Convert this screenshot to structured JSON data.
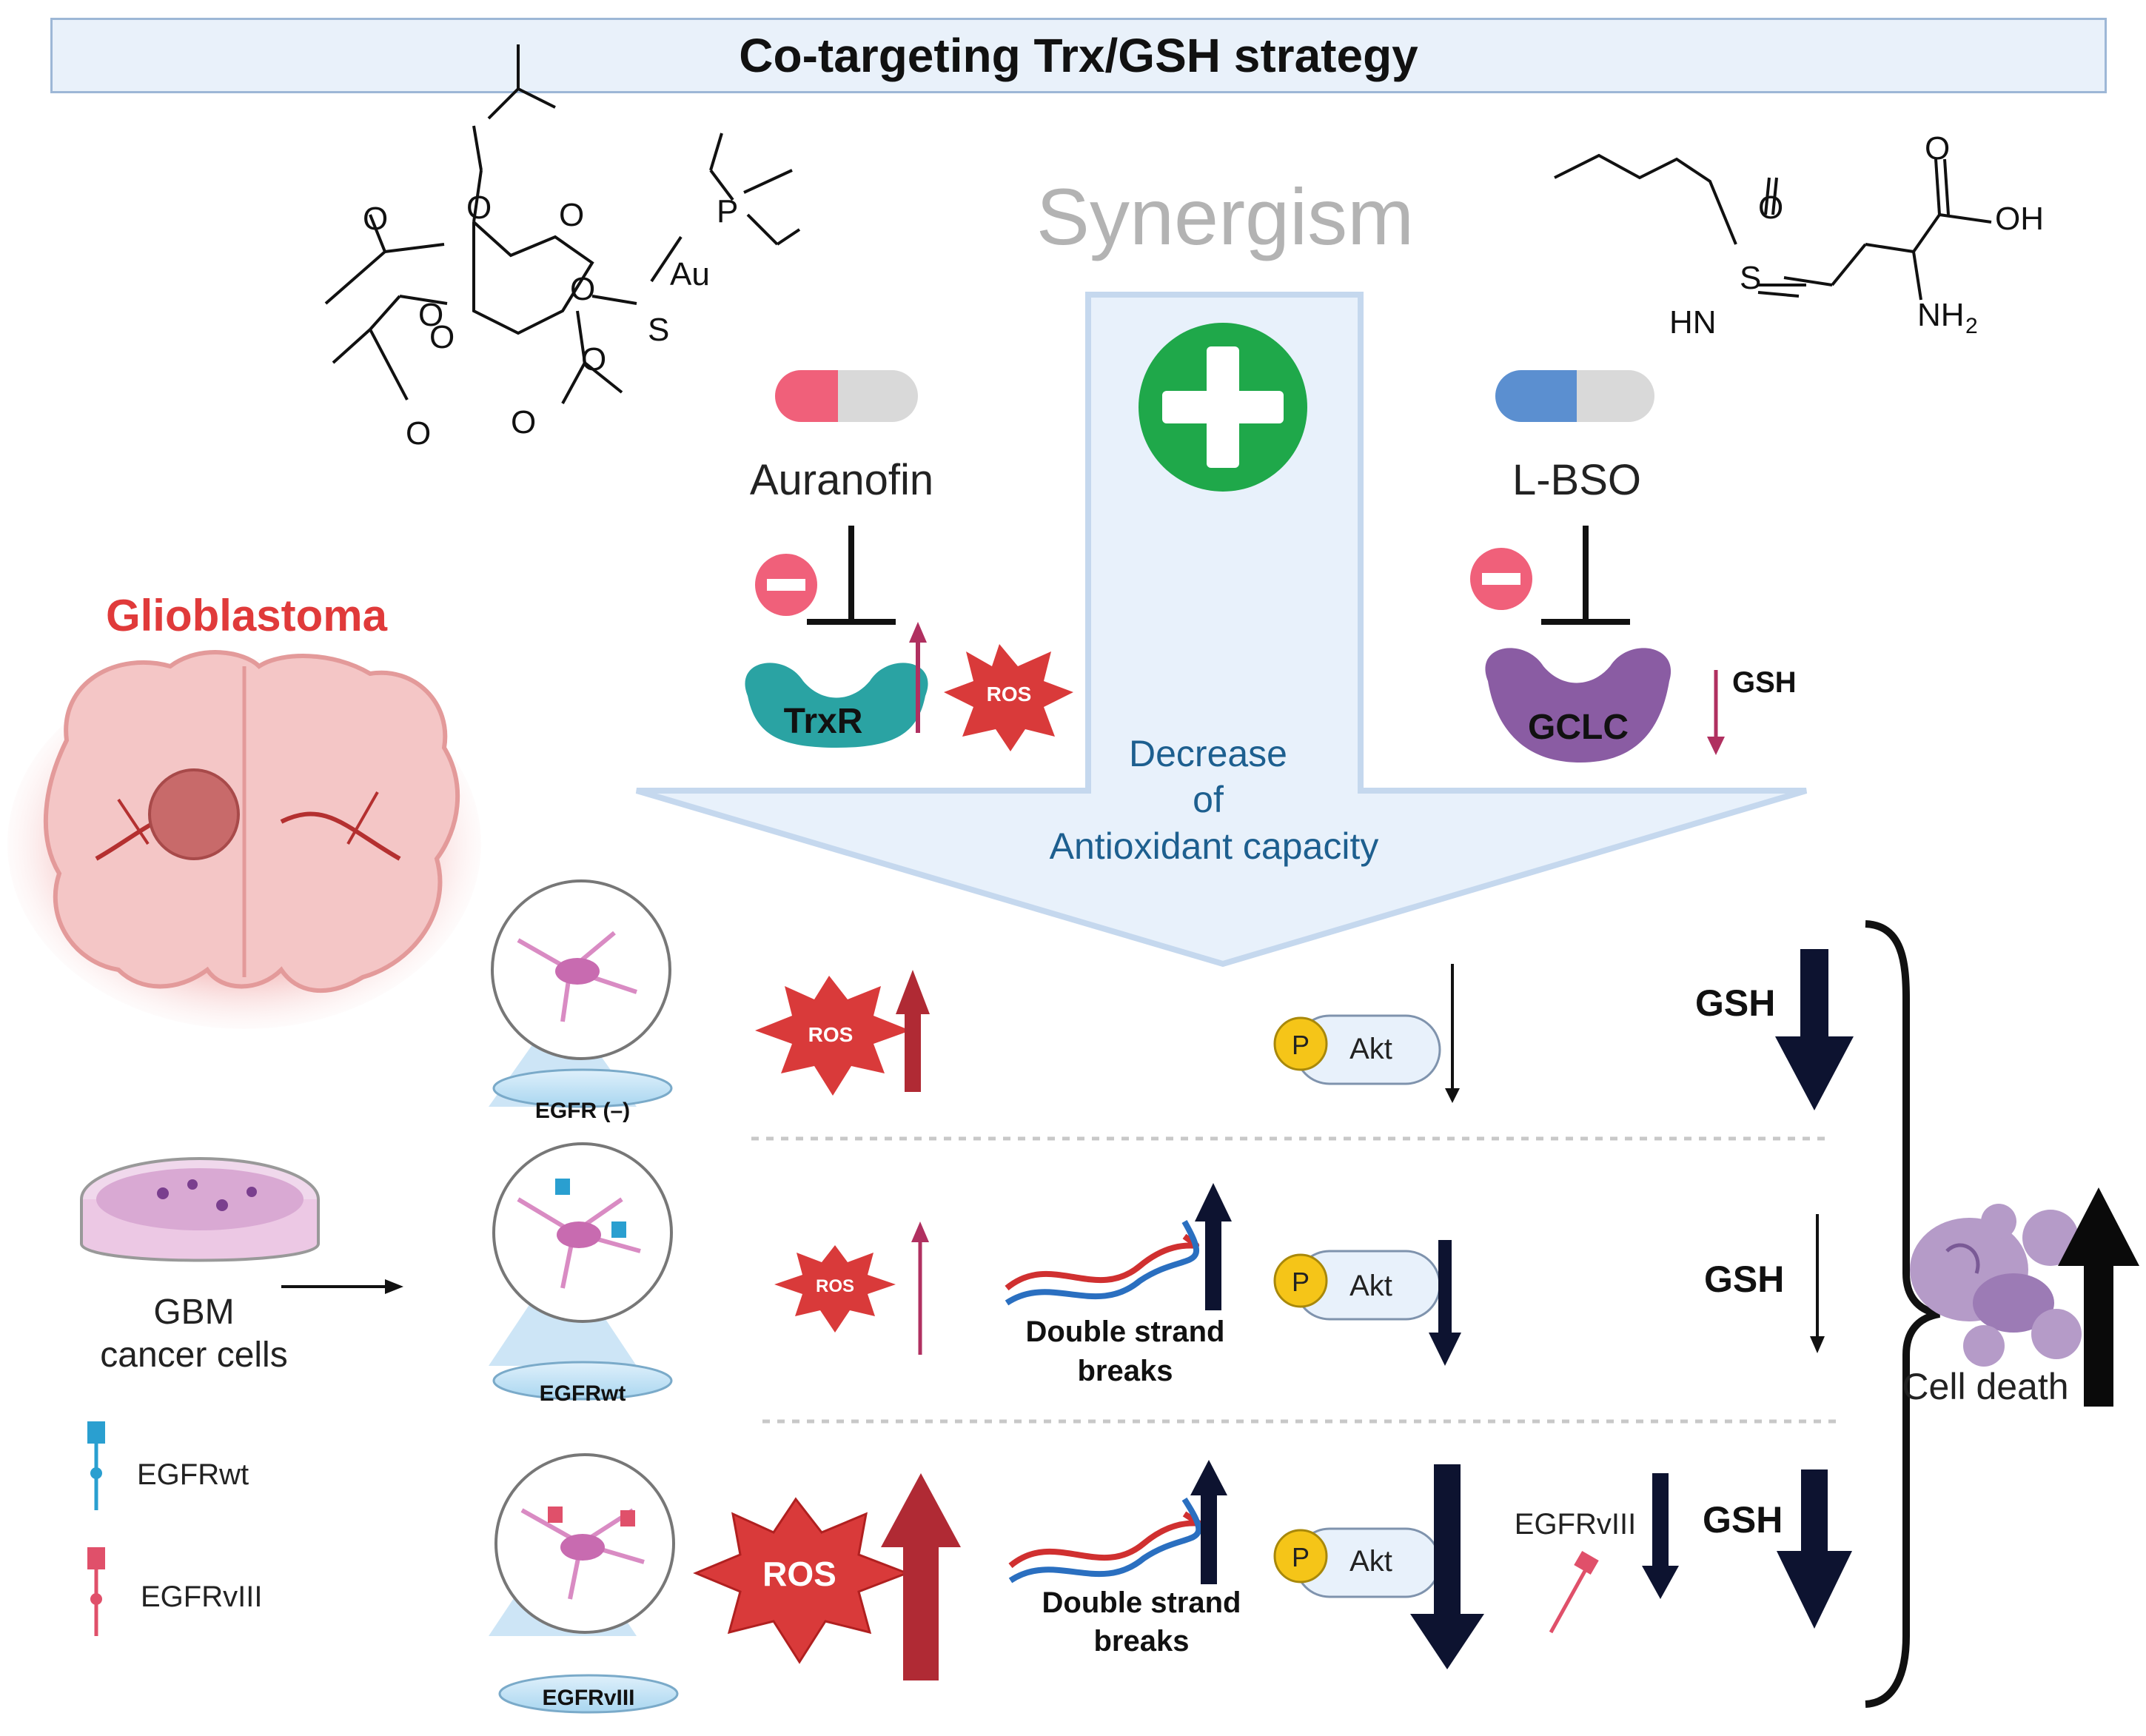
{
  "title": "Co-targeting Trx/GSH strategy",
  "synergism": "Synergism",
  "drugs": {
    "left_name": "Auranofin",
    "right_name": "L-BSO",
    "left_target": "TrxR",
    "right_target": "GCLC",
    "ros": "ROS",
    "gsh": "GSH"
  },
  "arrow_text": [
    "Decrease",
    "of",
    "Antioxidant capacity"
  ],
  "glioblastoma": "Glioblastoma",
  "gbm_cells": [
    "GBM",
    "cancer cells"
  ],
  "legend": {
    "wt": "EGFRwt",
    "viii": "EGFRvIII"
  },
  "rows": [
    {
      "dish": "EGFR (–)",
      "ros": "ROS",
      "akt": "Akt",
      "p": "P",
      "gsh": "GSH"
    },
    {
      "dish": "EGFRwt",
      "ros": "ROS",
      "dsb": [
        "Double strand",
        "breaks"
      ],
      "akt": "Akt",
      "p": "P",
      "gsh": "GSH"
    },
    {
      "dish": "EGFRvIII",
      "ros": "ROS",
      "dsb": [
        "Double strand",
        "breaks"
      ],
      "akt": "Akt",
      "p": "P",
      "extra": "EGFRvIII",
      "gsh": "GSH"
    }
  ],
  "cell_death": "Cell death",
  "chem_labels": {
    "o": "O",
    "au": "Au",
    "p": "P",
    "s": "S",
    "oh": "OH",
    "hn": "HN",
    "nh2": "NH",
    "sub2": "2"
  },
  "colors": {
    "title_bg": "#e9f1fa",
    "red": "#d93a3a",
    "pink": "#f0607a",
    "teal": "#2aa3a3",
    "purple": "#8a5ca3",
    "green": "#1fa84a",
    "arrow_blue": "#e8f1fb",
    "dark_arrow": "#0d1330",
    "blue_text": "#1d5f8f"
  }
}
